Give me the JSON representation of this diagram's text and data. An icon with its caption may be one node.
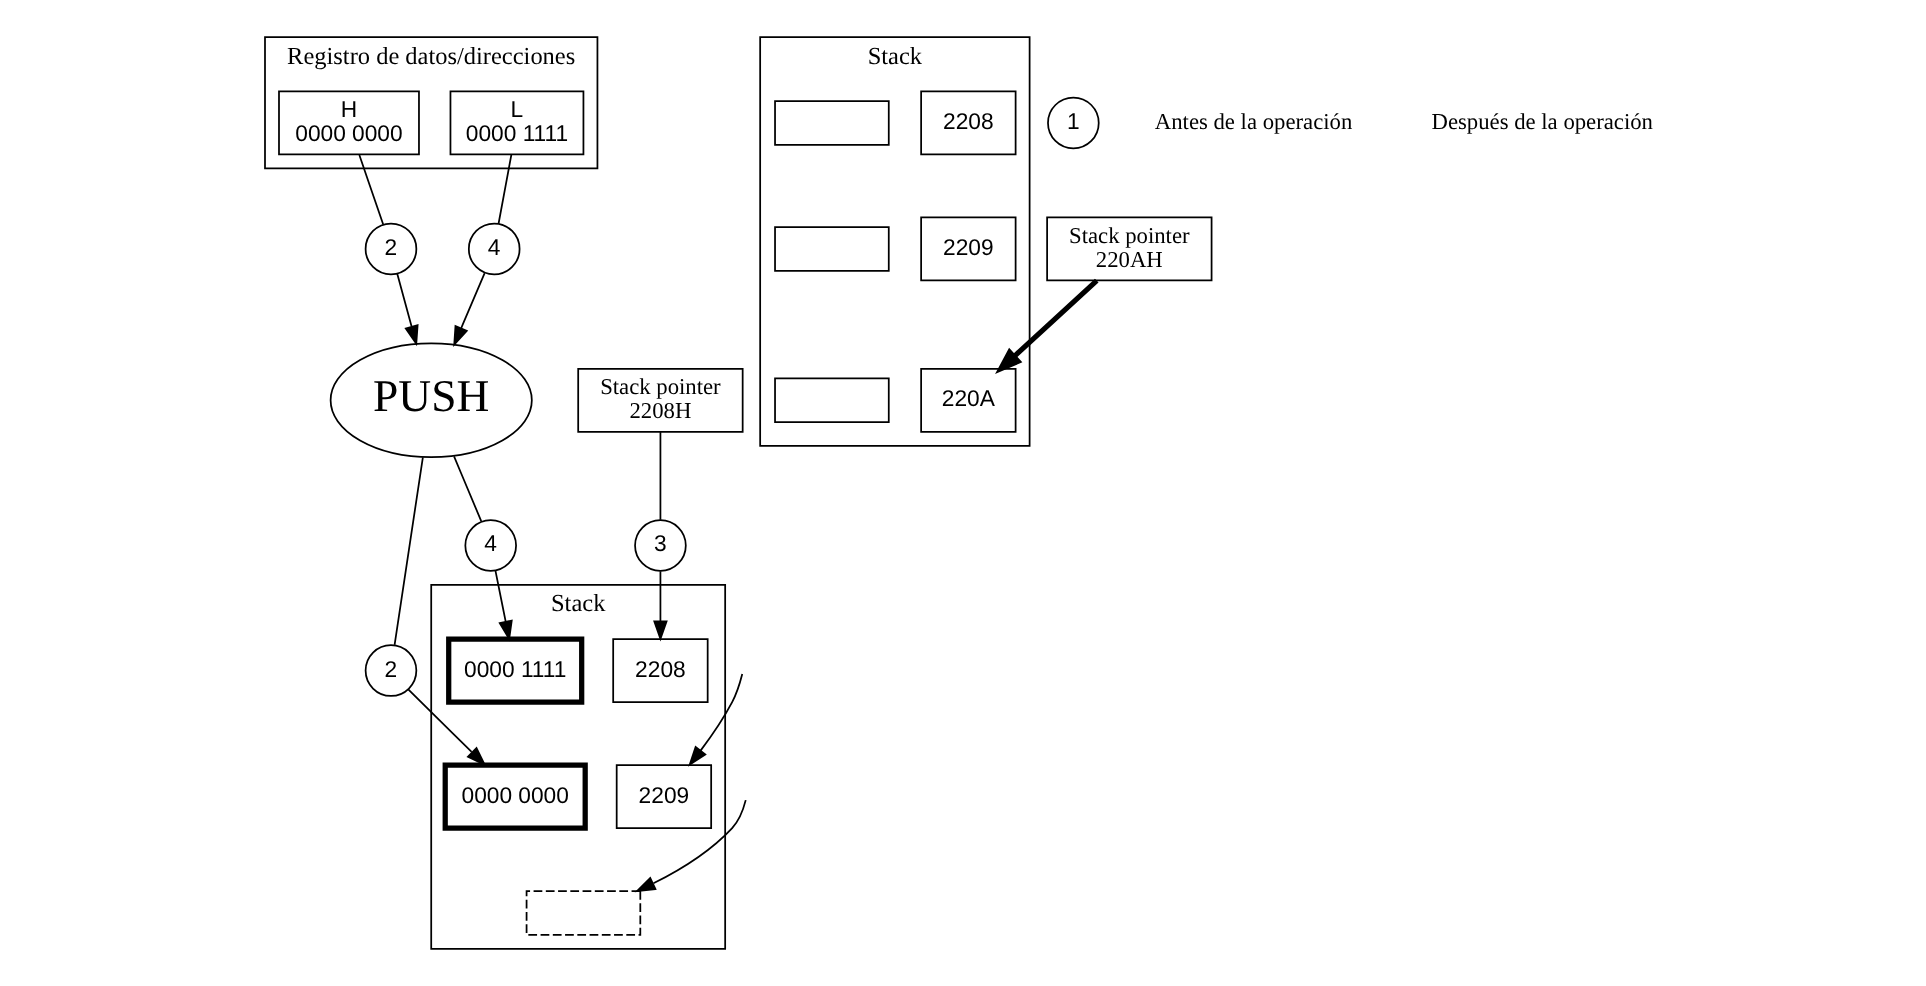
{
  "diagram": {
    "nodes": [
      {
        "text": [
          "Registro de datos/direcciones"
        ]
      },
      {
        "text": [
          "H",
          "0000 0000"
        ],
        "in": 0
      },
      {
        "text": [
          "L",
          "0000 1111"
        ],
        "in": 0
      },
      {
        "text": [
          "4"
        ]
      },
      {
        "text": [
          "2"
        ]
      },
      {
        "text": [
          "PUSH"
        ]
      },
      {
        "text": [
          "4"
        ]
      },
      {
        "text": [
          "Stack"
        ]
      },
      {
        "text": [
          "Stack"
        ]
      },
      {
        "text": [
          "Stack pointer",
          "2208H"
        ]
      },
      {
        "text": [
          "3"
        ]
      },
      {
        "text": [
          "2208"
        ],
        "in": 7
      },
      {
        "text": [],
        "shape": "box",
        "in": 7
      },
      {
        "text": [
          "2"
        ]
      },
      {
        "text": [
          "0000 1111"
        ],
        "in": 8
      },
      {
        "text": [
          "2208"
        ],
        "in": 8
      },
      {
        "text": [
          "0000 0000"
        ],
        "in": 8
      },
      {
        "text": [
          "2209"
        ],
        "in": 8
      },
      {
        "text": [
          "1"
        ]
      },
      {
        "text": [
          "Stack pointer",
          "220AH"
        ]
      },
      {
        "text": [
          "2209"
        ],
        "in": 7
      },
      {
        "text": [],
        "shape": "box",
        "in": 7
      },
      {
        "text": [
          "220A"
        ],
        "in": 7
      },
      {
        "text": [],
        "shape": "box",
        "in": 7
      },
      {
        "text": [],
        "shape": "box",
        "in": 8
      }
    ],
    "edges": [
      {
        "from": 1,
        "to": 4,
        "arrow": "none"
      },
      {
        "from": 4,
        "to": 5,
        "arrow": "to"
      },
      {
        "from": 2,
        "to": 3,
        "arrow": "none"
      },
      {
        "from": 3,
        "to": 5,
        "arrow": "to"
      },
      {
        "from": 5,
        "to": 6,
        "arrow": "none"
      },
      {
        "from": 6,
        "to": 14,
        "arrow": "to"
      },
      {
        "from": 5,
        "to": 13,
        "arrow": "none"
      },
      {
        "from": 13,
        "to": 16,
        "arrow": "to"
      },
      {
        "from": 9,
        "to": 10,
        "arrow": "none"
      },
      {
        "from": 10,
        "to": 15,
        "arrow": "to"
      },
      {
        "from": null,
        "to": 17,
        "arrow": "to"
      },
      {
        "from": null,
        "to": 24,
        "arrow": "to"
      },
      {
        "from": 19,
        "to": 22,
        "arrow": "to",
        "style": "thick"
      }
    ],
    "labels": [
      "Antes de la operación",
      "Después de la operación"
    ]
  }
}
